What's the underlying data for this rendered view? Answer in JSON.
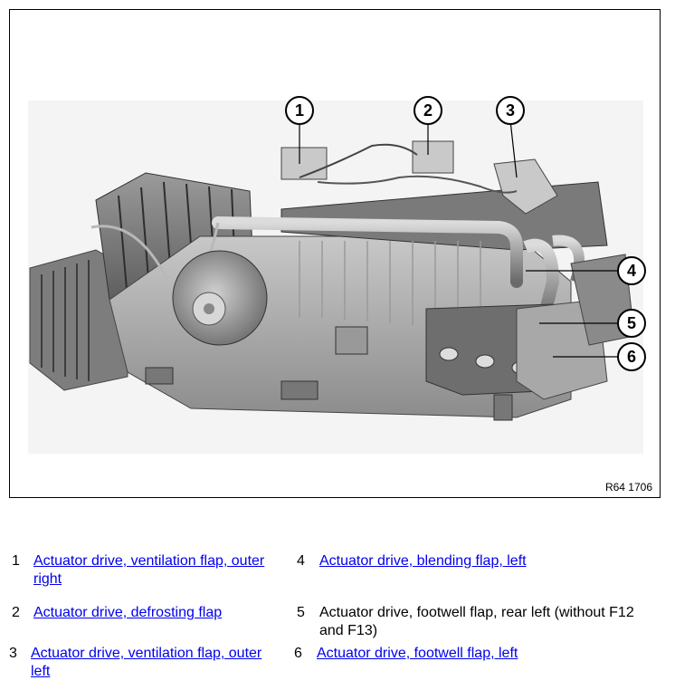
{
  "figure": {
    "code": "R64 1706",
    "callouts": [
      "1",
      "2",
      "3",
      "4",
      "5",
      "6"
    ]
  },
  "legend": [
    {
      "num": "1",
      "text": "Actuator drive, ventilation flap, outer right",
      "link": true
    },
    {
      "num": "2",
      "text": "Actuator drive, defrosting flap",
      "link": true
    },
    {
      "num": "3",
      "text": "Actuator drive, ventilation flap, outer left",
      "link": true
    },
    {
      "num": "4",
      "text": "Actuator drive, blending flap, left",
      "link": true
    },
    {
      "num": "5",
      "text": "Actuator drive, footwell flap, rear left (without F12 and F13)",
      "link": false
    },
    {
      "num": "6",
      "text": "Actuator drive, footwell flap, left",
      "link": true
    }
  ]
}
